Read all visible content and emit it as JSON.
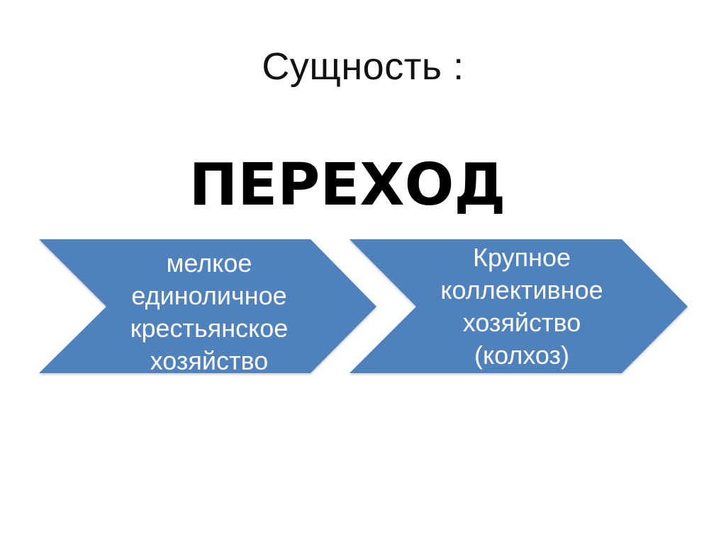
{
  "slide": {
    "title": "Сущность :",
    "heading": "ПЕРЕХОД",
    "arrows": [
      {
        "id": "small-individual-farm",
        "text": "мелкое\nединоличное\nкрестьянское\nхозяйство"
      },
      {
        "id": "large-collective-farm",
        "text": "Крупное\nколлективное\nхозяйство\n(колхоз)"
      }
    ],
    "colors": {
      "arrow_fill": "#4f81bd",
      "arrow_text": "#ffffff",
      "title_text": "#111111",
      "heading_text": "#000000",
      "background": "#ffffff"
    }
  }
}
